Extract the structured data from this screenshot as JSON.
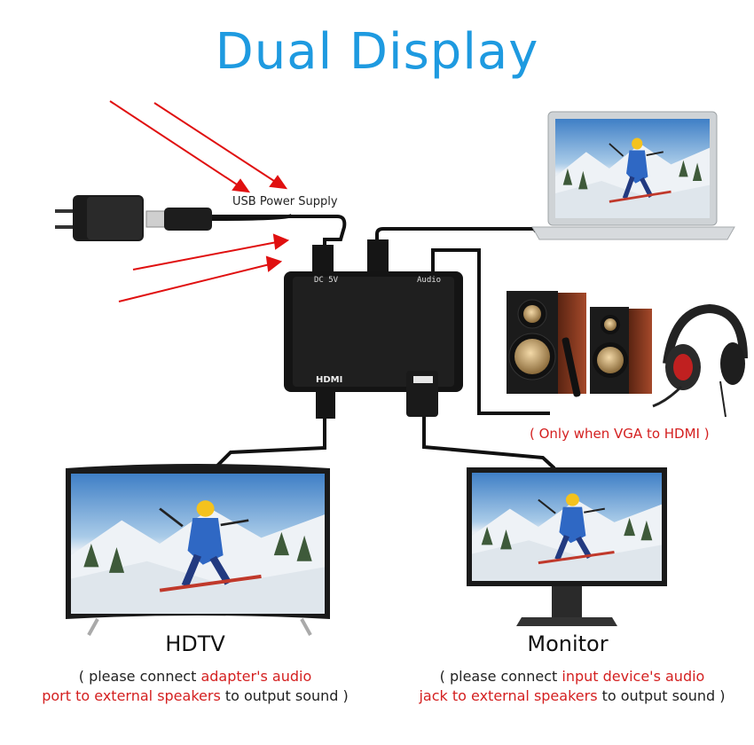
{
  "title": "Dual Display",
  "usb_label": "USB Power Supply",
  "adapter": {
    "dc_label": "DC 5V",
    "audio_label": "Audio",
    "hdmi_label": "HDMI"
  },
  "vga_note": "( Only when VGA to HDMI )",
  "hdtv": {
    "label": "HDTV",
    "caption_pre": "( please connect ",
    "caption_hl1": "adapter's audio",
    "caption_hl2": "port to external speakers",
    "caption_post": " to output sound )"
  },
  "monitor": {
    "label": "Monitor",
    "caption_pre": "( please connect ",
    "caption_hl1": "input device's audio",
    "caption_hl2": "jack to external speakers",
    "caption_post": " to output sound )"
  },
  "colors": {
    "title": "#1e9ae0",
    "highlight": "#d42020",
    "arrow": "#e01010",
    "cable": "#111111"
  }
}
